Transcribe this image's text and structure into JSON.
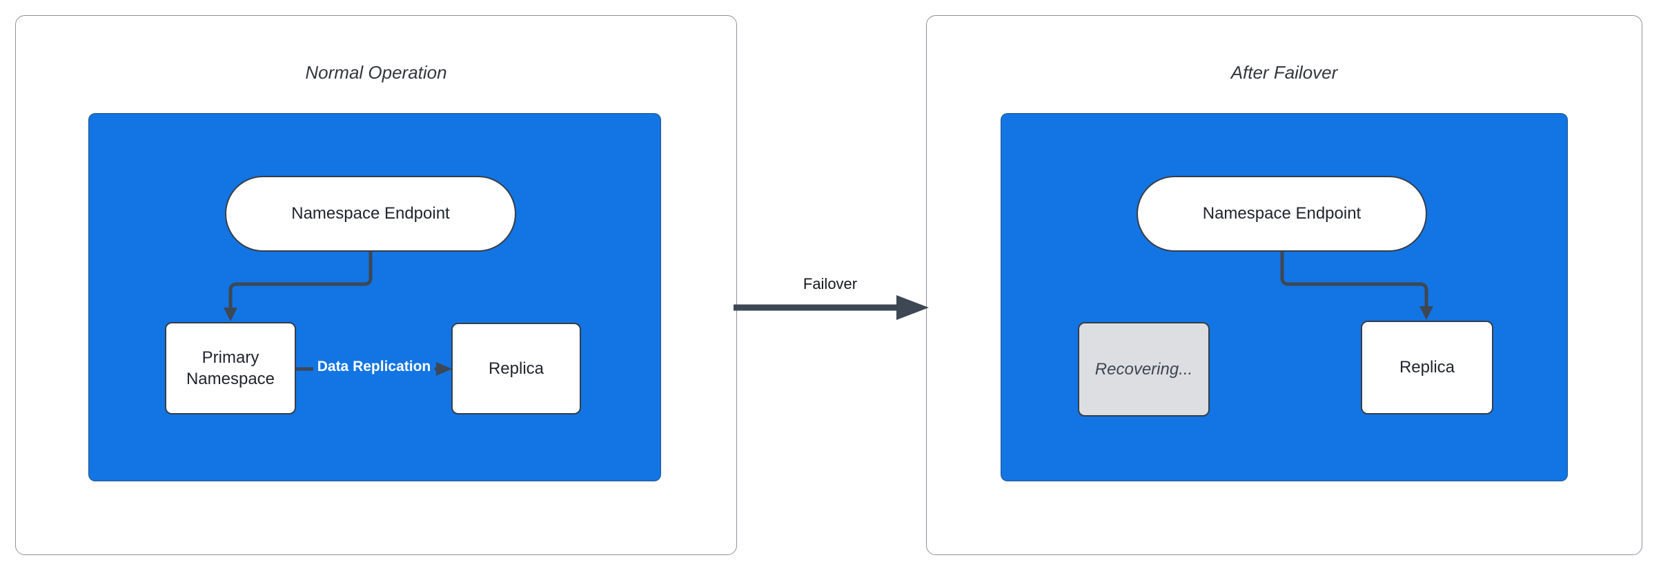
{
  "theme": {
    "background": "#ffffff",
    "panel_border": "#8d9199",
    "container_fill": "#1275e3",
    "container_border": "#3a4049",
    "node_fill": "#ffffff",
    "node_border": "#363d47",
    "node_text": "#20252d",
    "disabled_fill": "#dcdee2",
    "disabled_text": "#3e4450",
    "edge_color": "#3e4754",
    "edge_label_text": "#ffffff",
    "title_text": "#33363b",
    "flow_label_text": "#15181c"
  },
  "panels": {
    "left": {
      "title": "Normal Operation",
      "container": {
        "endpoint_label": "Namespace Endpoint",
        "primary_label": "Primary Namespace",
        "replica_label": "Replica",
        "replication_edge_label": "Data Replication"
      }
    },
    "right": {
      "title": "After Failover",
      "container": {
        "endpoint_label": "Namespace Endpoint",
        "recovering_label": "Recovering...",
        "replica_label": "Replica"
      }
    }
  },
  "transition": {
    "label": "Failover"
  }
}
